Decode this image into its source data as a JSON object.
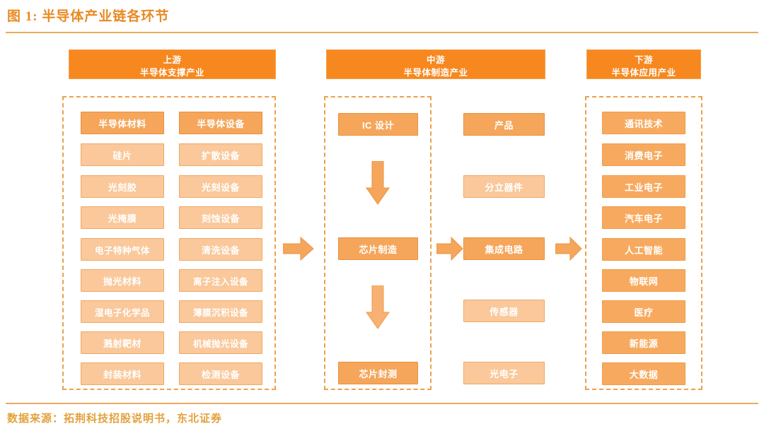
{
  "title": "图 1:  半导体产业链各环节",
  "footer": "数据来源：拓荆科技招股说明书，东北证券",
  "colors": {
    "banner_bg": "#f7881f",
    "node_dark": "#f5a65b",
    "node_light": "#fac89a",
    "node_app": "#f7aa5f",
    "accent_rule": "#edaa5e",
    "title_text": "#e98a24"
  },
  "sections": {
    "upstream": {
      "banner_line1": "上游",
      "banner_line2": "半导体支撑产业",
      "materials_column": [
        "半导体材料",
        "硅片",
        "光刻胶",
        "光掩膜",
        "电子特种气体",
        "抛光材料",
        "湿电子化学品",
        "溅射靶材",
        "封装材料"
      ],
      "equipment_column": [
        "半导体设备",
        "扩散设备",
        "光刻设备",
        "刻蚀设备",
        "清洗设备",
        "离子注入设备",
        "薄膜沉积设备",
        "机械抛光设备",
        "检测设备"
      ]
    },
    "midstream": {
      "banner_line1": "中游",
      "banner_line2": "半导体制造产业",
      "process_column": [
        "IC 设计",
        "芯片制造",
        "芯片封测"
      ],
      "product_column": [
        "产品",
        "分立器件",
        "集成电路",
        "传感器",
        "光电子"
      ]
    },
    "downstream": {
      "banner_line1": "下游",
      "banner_line2": "半导体应用产业",
      "application_column": [
        "通讯技术",
        "消费电子",
        "工业电子",
        "汽车电子",
        "人工智能",
        "物联网",
        "医疗",
        "新能源",
        "大数据"
      ]
    }
  },
  "arrows": {
    "upstream_to_midstream": "arrow-right-icon",
    "ic_design_to_fab": "arrow-down-icon",
    "fab_to_test": "arrow-down-icon",
    "fab_to_ic": "arrow-right-icon",
    "ic_to_downstream": "arrow-right-icon"
  }
}
